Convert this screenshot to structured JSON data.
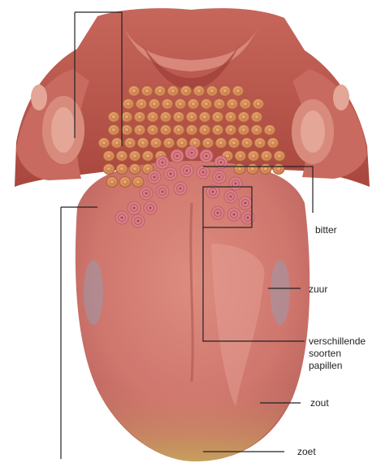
{
  "labels": {
    "bitter": "bitter",
    "zuur": "zuur",
    "papillen_line1": "verschillende",
    "papillen_line2": "soorten",
    "papillen_line3": "papillen",
    "zout": "zout",
    "zoet": "zoet"
  },
  "colors": {
    "background": "#ffffff",
    "tongue_pink": "#d8817a",
    "tongue_dark": "#c56f66",
    "taste_bud_orange": "#d98a58",
    "palate_red": "#b8584e",
    "leader_line": "#222222"
  }
}
